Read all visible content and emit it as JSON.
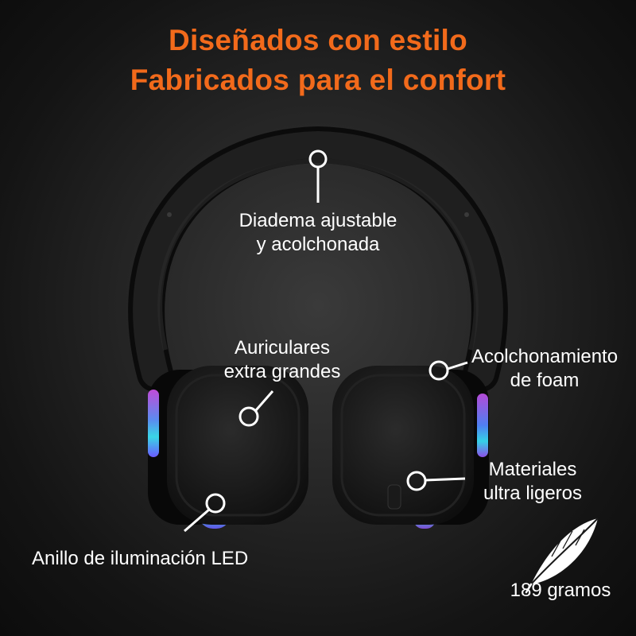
{
  "colors": {
    "accent": "#f26a1b",
    "text": "#ffffff",
    "background": "#1b1b1b"
  },
  "headline": {
    "line1": "Diseñados con estilo",
    "line2": "Fabricados para el confort"
  },
  "callouts": {
    "headband": {
      "line1": "Diadema ajustable",
      "line2": "y acolchonada"
    },
    "earcups": {
      "line1": "Auriculares",
      "line2": "extra grandes"
    },
    "foam": {
      "line1": "Acolchonamiento",
      "line2": "de foam"
    },
    "materials": {
      "line1": "Materiales",
      "line2": "ultra ligeros"
    },
    "led": {
      "line1": "Anillo de iluminación LED"
    }
  },
  "weight": {
    "icon": "feather-icon",
    "label": "189 gramos"
  }
}
